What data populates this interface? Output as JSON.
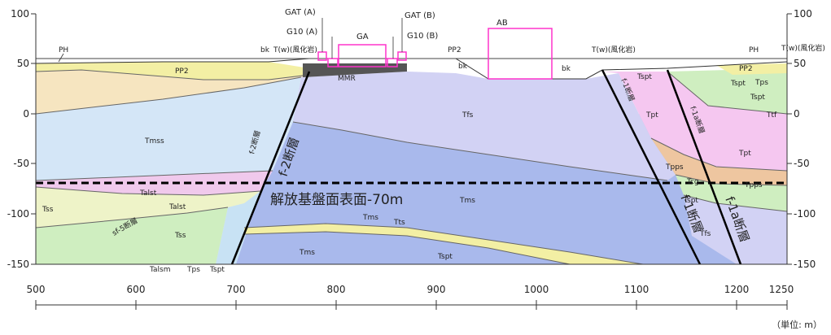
{
  "axes": {
    "left_ticks": [
      "100",
      "50",
      "0",
      "-50",
      "-100",
      "-150"
    ],
    "right_ticks": [
      "100",
      "50",
      "0",
      "-50",
      "-100",
      "-150"
    ],
    "x_ticks": [
      "500",
      "600",
      "700",
      "800",
      "900",
      "1000",
      "1100",
      "1200",
      "1250"
    ],
    "unit_note": "（単位: m）"
  },
  "structures": {
    "gat_a": "GAT (A)",
    "g10_a": "G10 (A)",
    "ga": "GA",
    "gat_b": "GAT (B)",
    "g10_b": "G10 (B)",
    "ab": "AB"
  },
  "surface_labels": {
    "ph_left": "PH",
    "ph_right": "PH",
    "bk_left": "bk",
    "tw_left": "T(w)(風化岩)",
    "pp2_center": "PP2",
    "bk_center": "bk",
    "bk_right": "bk",
    "tw_right_top": "T(w)(風化岩)",
    "tw_right_edge": "T(w)(風化岩)",
    "pp2_left": "PP2",
    "pp2_right": "PP2",
    "mmr": "MMR"
  },
  "layers": {
    "tmss": "Tmss",
    "tfs": "Tfs",
    "tms_main": "Tms",
    "tms_lower": "Tms",
    "tms_lower2": "Tms",
    "tts": "Tts",
    "tspt_lower": "Tspt",
    "tss_left": "Tss",
    "tss_mid": "Tss",
    "talst1": "Talst",
    "talst2": "Talst",
    "talsm": "Talsm",
    "tps_bottom": "Tps",
    "tspt_bottom": "Tspt",
    "tspt_r1": "Tspt",
    "tspt_r2": "Tspt",
    "tps_r": "Tps",
    "tspt_r3": "Tspt",
    "tspt_r4": "Tspt",
    "tpt_r1": "Tpt",
    "tpt_r2": "Tpt",
    "ttf": "Ttf",
    "tpps1": "Tpps",
    "tpps2": "Tpps",
    "tcg": "Tcg",
    "tfs_r": "Tfs"
  },
  "faults": {
    "f2_small": "f-2断層",
    "f2_large": "f-2断層",
    "f1_small": "f-1断層",
    "f1_large": "f-1断層",
    "f1a_small": "f-1a断層",
    "f1a_large": "f-1a断層",
    "f5_small": "sf-5断層"
  },
  "baseline": {
    "label": "解放基盤面表面-70m",
    "elevation_m": -70
  },
  "colors": {
    "tmss": "#d4e6f7",
    "tfs": "#d2d2f4",
    "tms": "#a9b9ec",
    "pp2": "#f3efa4",
    "cream": "#f6e5c0",
    "talst": "#f0c9ec",
    "tss": "#eef3c8",
    "green": "#cfeec0",
    "tpt": "#f5c7f0",
    "tpps": "#eec6a0",
    "structure": "#ff33cc"
  }
}
